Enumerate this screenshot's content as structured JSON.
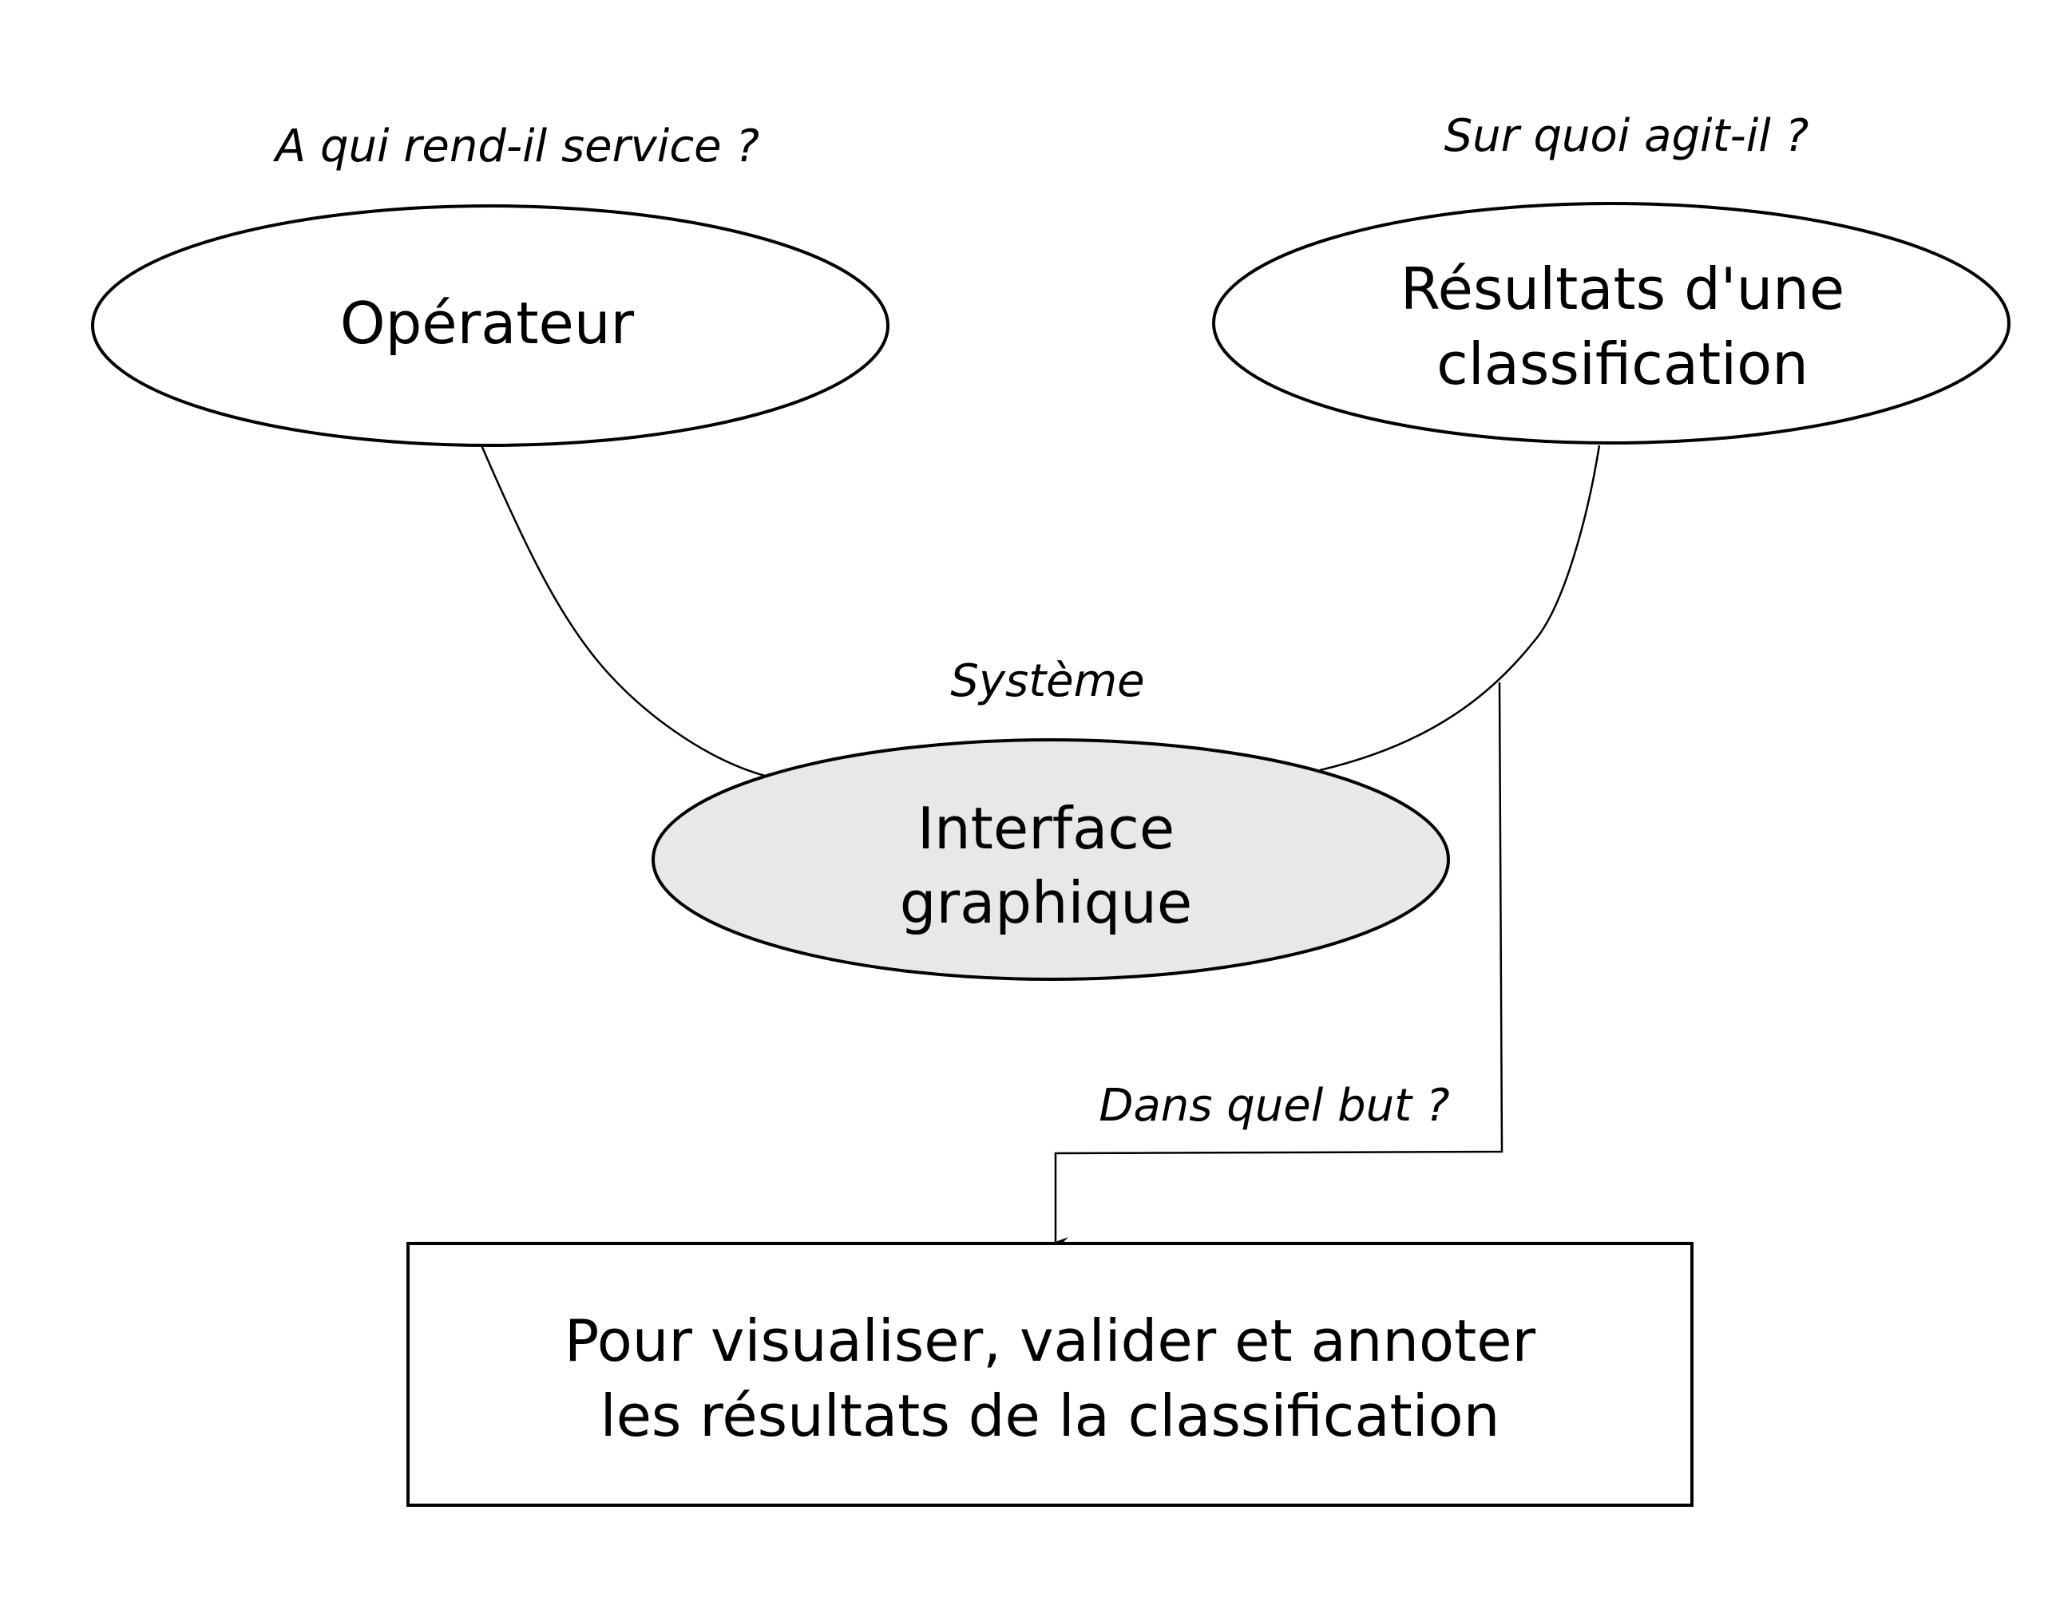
{
  "questions": {
    "who": "A qui rend-il service ?",
    "what": "Sur quoi agit-il ?",
    "system": "Système",
    "goal": "Dans quel but ?"
  },
  "nodes": {
    "operator": {
      "label": "Opérateur"
    },
    "results": {
      "line1": "Résultats d'une",
      "line2": "classification"
    },
    "interface": {
      "line1": "Interface",
      "line2": "graphique",
      "fill": "#e8e8e8"
    },
    "purpose": {
      "line1": "Pour visualiser, valider et annoter",
      "line2": "les résultats de la classification"
    }
  },
  "colors": {
    "stroke": "#000000",
    "background": "#ffffff",
    "interface_fill": "#e8e8e8"
  }
}
